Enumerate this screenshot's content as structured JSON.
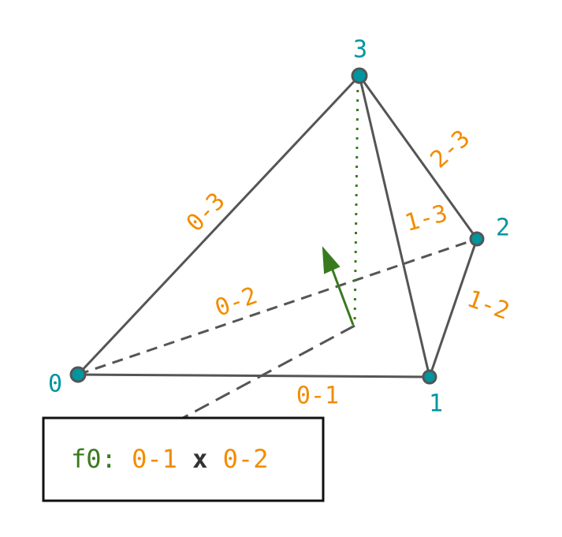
{
  "vertices": [
    "0",
    "1",
    "2",
    "3"
  ],
  "edges": {
    "e01": "0-1",
    "e02": "0-2",
    "e03": "0-3",
    "e12": "1-2",
    "e13": "1-3",
    "e23": "2-3"
  },
  "face_label": {
    "name": "f0:",
    "a": "0-1",
    "op": "x",
    "b": "0-2"
  },
  "colors": {
    "vertex": "#00959f",
    "edge_label": "#f28c00",
    "normal": "#3a7a1e",
    "edge": "#555555"
  }
}
